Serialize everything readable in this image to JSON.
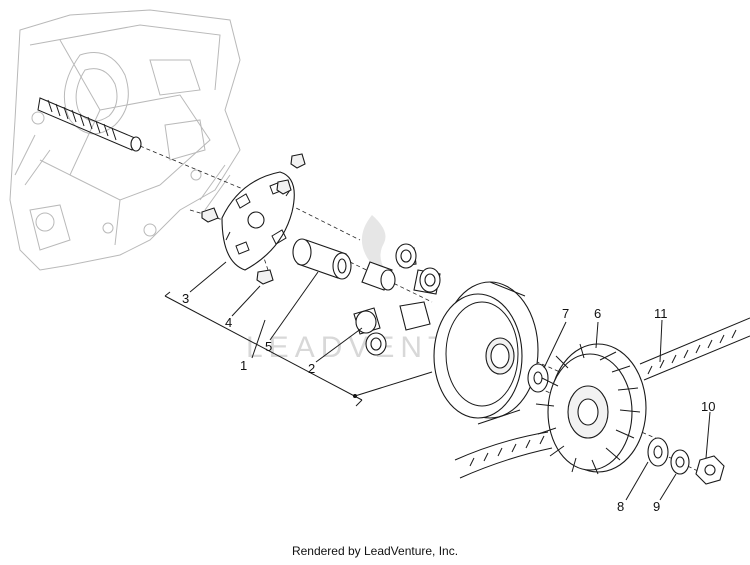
{
  "diagram": {
    "watermark": "LEADVENTURE",
    "footer": "Rendered by LeadVenture, Inc.",
    "callouts": [
      {
        "id": "1",
        "label": "1"
      },
      {
        "id": "2",
        "label": "2"
      },
      {
        "id": "3",
        "label": "3"
      },
      {
        "id": "4",
        "label": "4"
      },
      {
        "id": "5",
        "label": "5"
      },
      {
        "id": "6",
        "label": "6"
      },
      {
        "id": "7",
        "label": "7"
      },
      {
        "id": "8",
        "label": "8"
      },
      {
        "id": "9",
        "label": "9"
      },
      {
        "id": "10",
        "label": "10"
      },
      {
        "id": "11",
        "label": "11"
      }
    ]
  }
}
